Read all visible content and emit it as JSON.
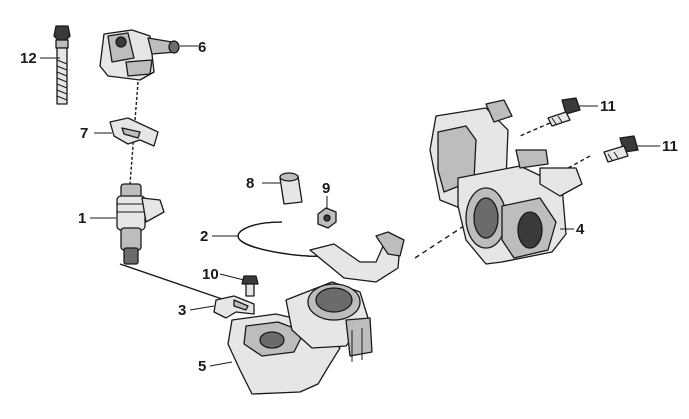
{
  "callouts": [
    "1",
    "2",
    "3",
    "4",
    "5",
    "6",
    "7",
    "8",
    "9",
    "10",
    "11",
    "11",
    "12"
  ],
  "colors": {
    "line": "#1a1a1a",
    "fill_light": "#e6e6e6",
    "fill_mid": "#bdbdbd",
    "fill_dark": "#6b6b6b"
  },
  "parts": {
    "1": "fuel-injector",
    "2": "fuel-hose-clip",
    "3": "small-hose-clamp",
    "4": "throttle-body",
    "5": "intake-manifold",
    "6": "injector-connector-cap",
    "7": "injector-clip",
    "8": "cap-sleeve",
    "9": "hex-nut",
    "10": "short-bolt",
    "11": "flange-bolt",
    "12": "long-bolt"
  }
}
